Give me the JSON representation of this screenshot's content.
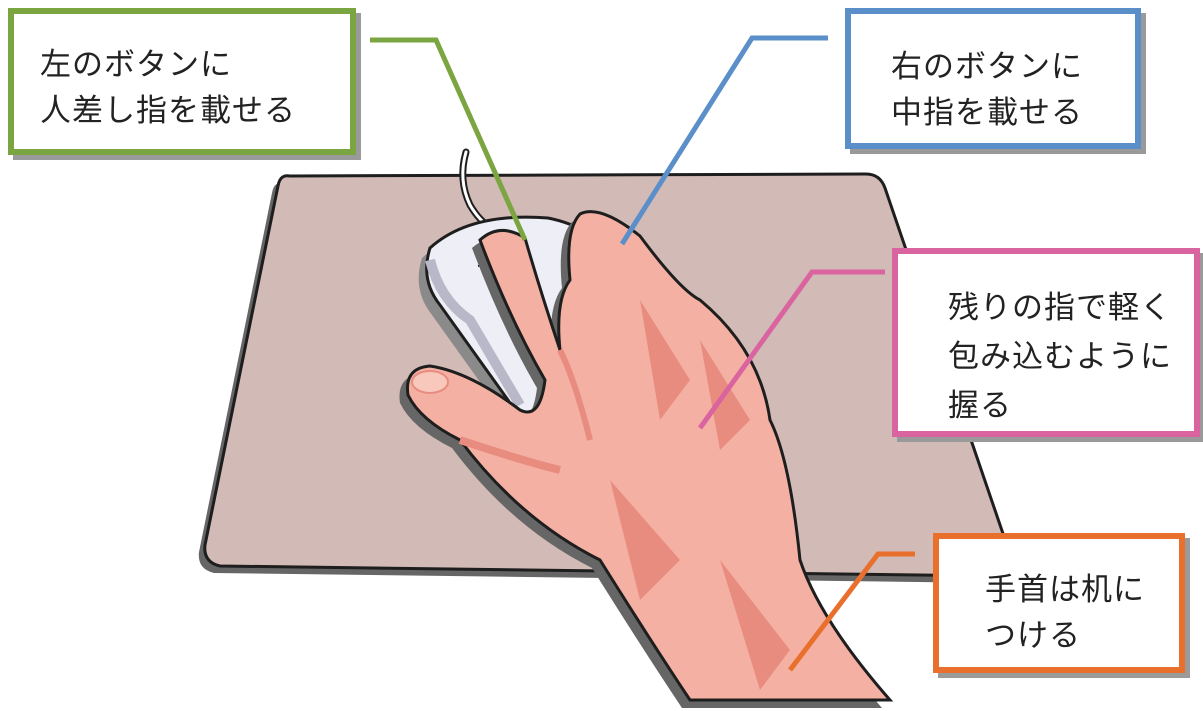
{
  "colors": {
    "green": "#7aa540",
    "blue": "#5b8fc9",
    "pink": "#d9649f",
    "orange": "#e8702c",
    "pad": "#d2bab6",
    "skin": "#f4b1a3",
    "skin_shade": "#e98c80",
    "mouse": "#eeeef6"
  },
  "labels": {
    "left_button": {
      "line1": "左のボタンに",
      "line2": "人差し指を載せる"
    },
    "right_button": {
      "line1": "右のボタンに",
      "line2": "中指を載せる"
    },
    "grip": {
      "line1": "残りの指で軽く",
      "line2": "包み込むように",
      "line3": "握る"
    },
    "wrist": {
      "line1": "手首は机に",
      "line2": "つける"
    }
  },
  "icons": [
    "mouse-pad",
    "computer-mouse",
    "hand"
  ]
}
